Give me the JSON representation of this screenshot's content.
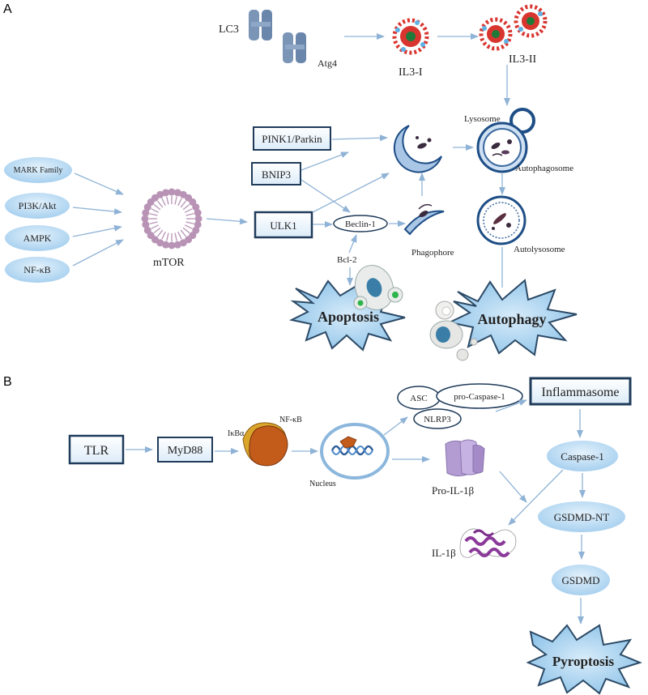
{
  "panels": {
    "a": "A",
    "b": "B"
  },
  "panel_a": {
    "lc3": "LC3",
    "atg4": "Atg4",
    "il3_i": "IL3-I",
    "il3_ii": "IL3-II",
    "lysosome": "Lysosome",
    "autophagosome": "Autophagosome",
    "phagophore": "Phagophore",
    "autolysosome": "Autolysosome",
    "pink1_parkin": "PINK1/Parkin",
    "bnip3": "BNIP3",
    "ulk1": "ULK1",
    "beclin1": "Beclin-1",
    "bcl2": "Bcl-2",
    "mtor": "mTOR",
    "mark_family": "MARK Family",
    "pi3k_akt": "PI3K/Akt",
    "ampk": "AMPK",
    "nfkb": "NF-κB",
    "apoptosis": "Apoptosis",
    "autophagy": "Autophagy"
  },
  "panel_b": {
    "tlr": "TLR",
    "myd88": "MyD88",
    "ikba": "IκBα",
    "nfkb": "NF-κB",
    "nucleus": "Nucleus",
    "asc": "ASC",
    "pro_caspase1": "pro-Caspase-1",
    "nlrp3": "NLRP3",
    "inflammasome": "Inflammasome",
    "caspase1": "Caspase-1",
    "pro_il1b": "Pro-IL-1β",
    "gsdmd_nt": "GSDMD-NT",
    "il1b": "IL-1β",
    "gsdmd": "GSDMD",
    "pyroptosis": "Pyroptosis"
  },
  "colors": {
    "arrow": "#8fb3d6",
    "box_border": "#1f3b5a",
    "box_fill": "#eef6fd",
    "ellipse_fill": "#b7daf3",
    "star_fill": "#a9d3ee",
    "star_stroke": "#2c4a66",
    "channel": "#7b95b7",
    "mtor": "#b893b6",
    "il3_red": "#d9352f",
    "cell_blue": "#1e4e86",
    "nucleus_ring": "#8cb7dd",
    "orange": "#c9661e",
    "protein_purple": "#8b3a9a",
    "pro_il_purple": "#b39cd2"
  }
}
